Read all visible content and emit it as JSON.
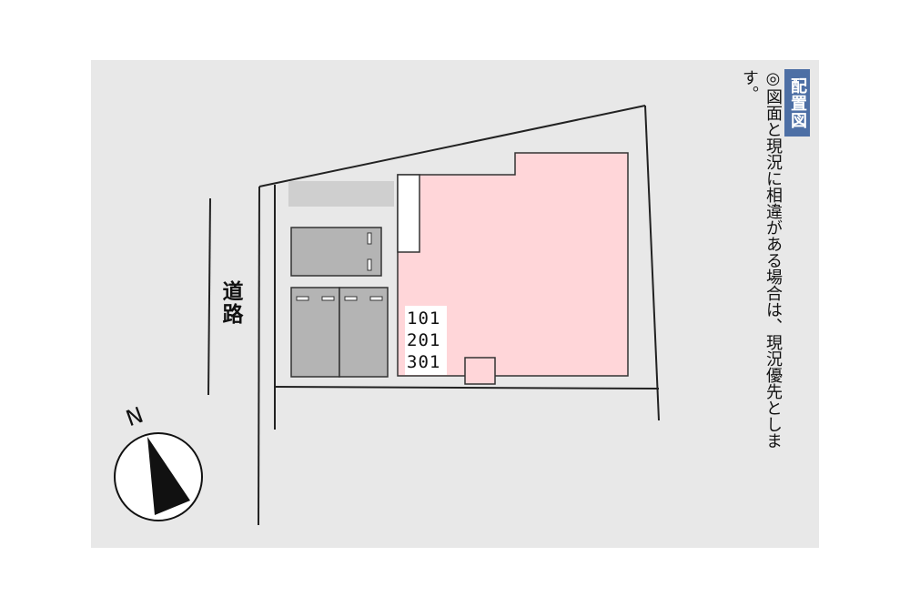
{
  "title": "配置図",
  "note": "◎図面と現況に相違がある場合は、現況優先とします。",
  "road_label": "道路",
  "north_label": "N",
  "units": [
    "101",
    "201",
    "301"
  ],
  "colors": {
    "panel_background": "#e8e8e8",
    "building": "#ffd6d9",
    "parking": "#b4b4b4",
    "title_badge": "#4d6fa5"
  },
  "icons": [
    "north-arrow-icon"
  ]
}
